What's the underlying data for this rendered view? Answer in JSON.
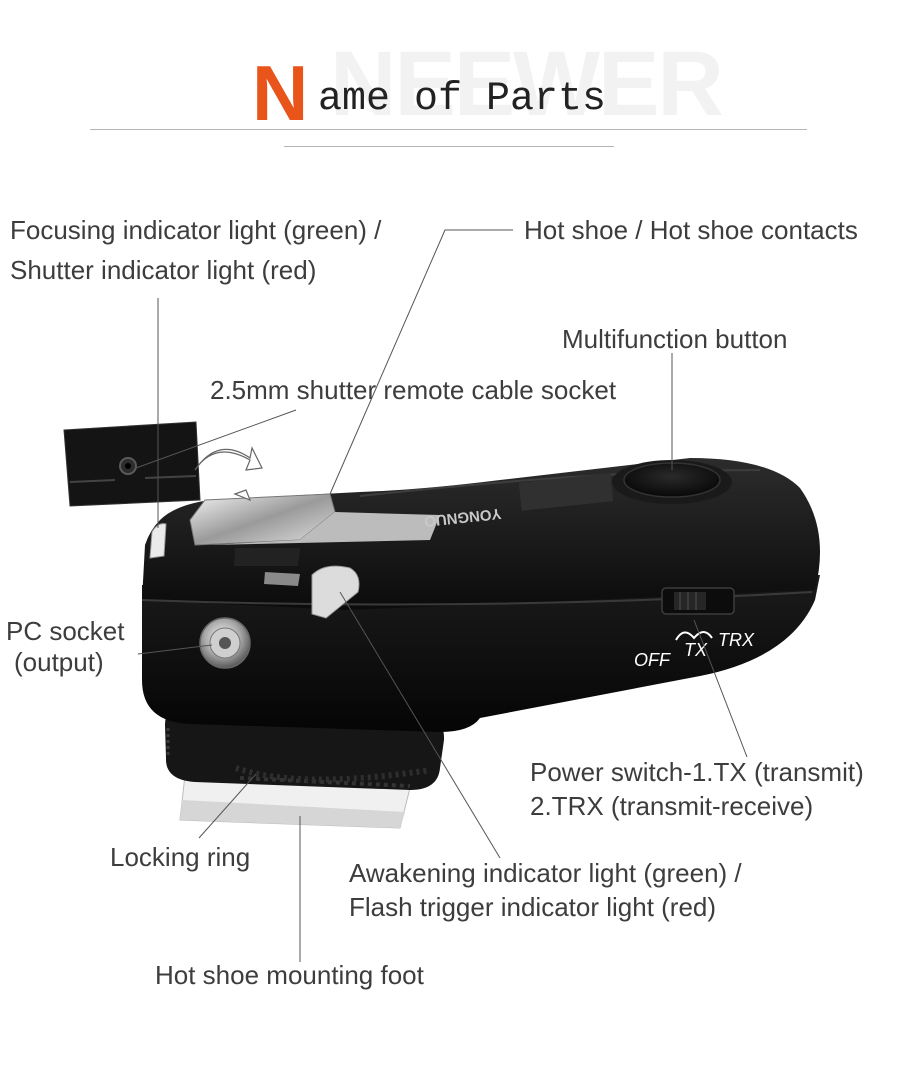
{
  "header": {
    "watermark": "NEEWER",
    "title_initial": "N",
    "title_rest": "ame of Parts",
    "accent_color": "#e8541a"
  },
  "device": {
    "brand": "YONGNUO",
    "switch_positions": [
      "OFF",
      "TX",
      "TRX"
    ]
  },
  "labels": {
    "focusing_line1": "Focusing indicator light (green) /",
    "focusing_line2": "Shutter indicator light (red)",
    "hot_shoe": "Hot shoe / Hot shoe contacts",
    "multifunction": "Multifunction button",
    "cable_socket": "2.5mm shutter remote cable socket",
    "pc_socket_line1": "PC socket",
    "pc_socket_line2": "(output)",
    "power_switch_line1": "Power switch-1.TX (transmit)",
    "power_switch_line2": "2.TRX (transmit-receive)",
    "locking_ring": "Locking ring",
    "awakening_line1": "Awakening indicator light (green) /",
    "awakening_line2": "Flash trigger indicator light (red)",
    "mounting_foot": "Hot shoe mounting foot"
  }
}
